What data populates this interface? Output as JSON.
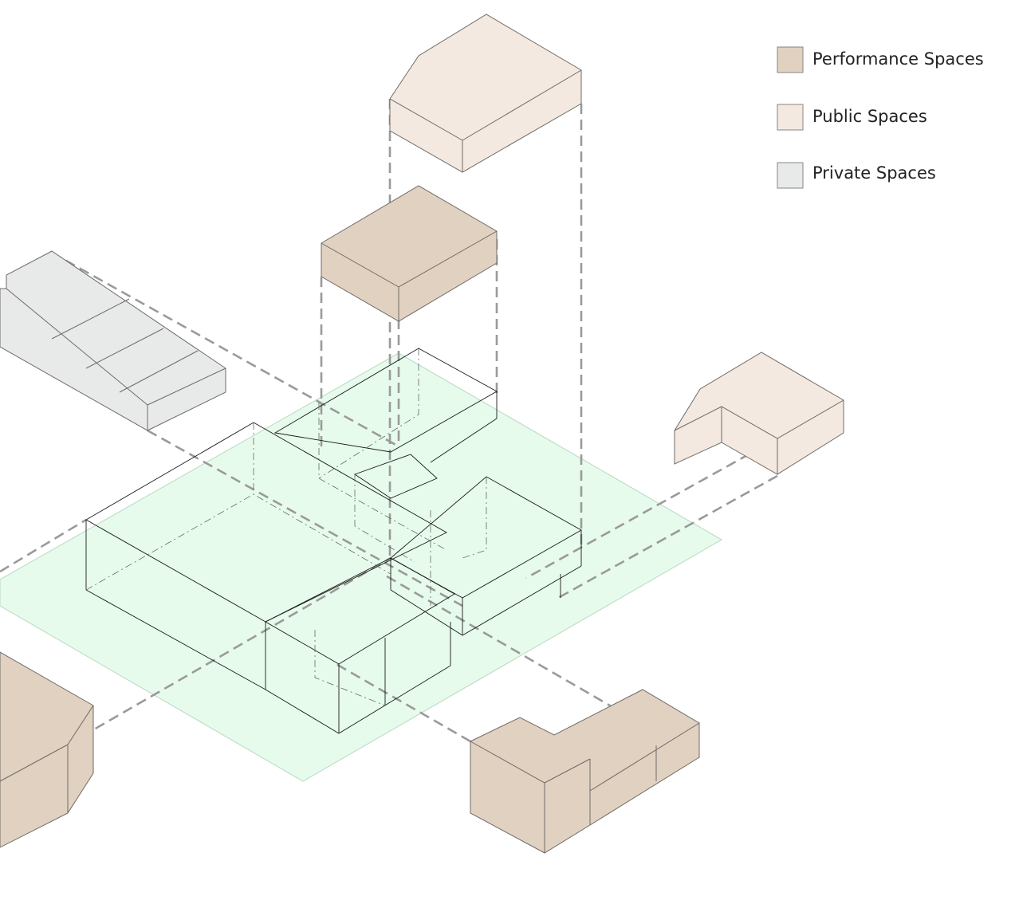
{
  "colors": {
    "performance": "#e0d1c1",
    "public": "#f3e9e0",
    "private": "#e8eae9",
    "site": "#e6fbec",
    "site_edge": "#b9d8c2"
  },
  "legend": [
    {
      "label": "Performance Spaces",
      "color": "#e0d1c1"
    },
    {
      "label": "Public Spaces",
      "color": "#f3e9e0"
    },
    {
      "label": "Private Spaces",
      "color": "#e8eae9"
    }
  ]
}
